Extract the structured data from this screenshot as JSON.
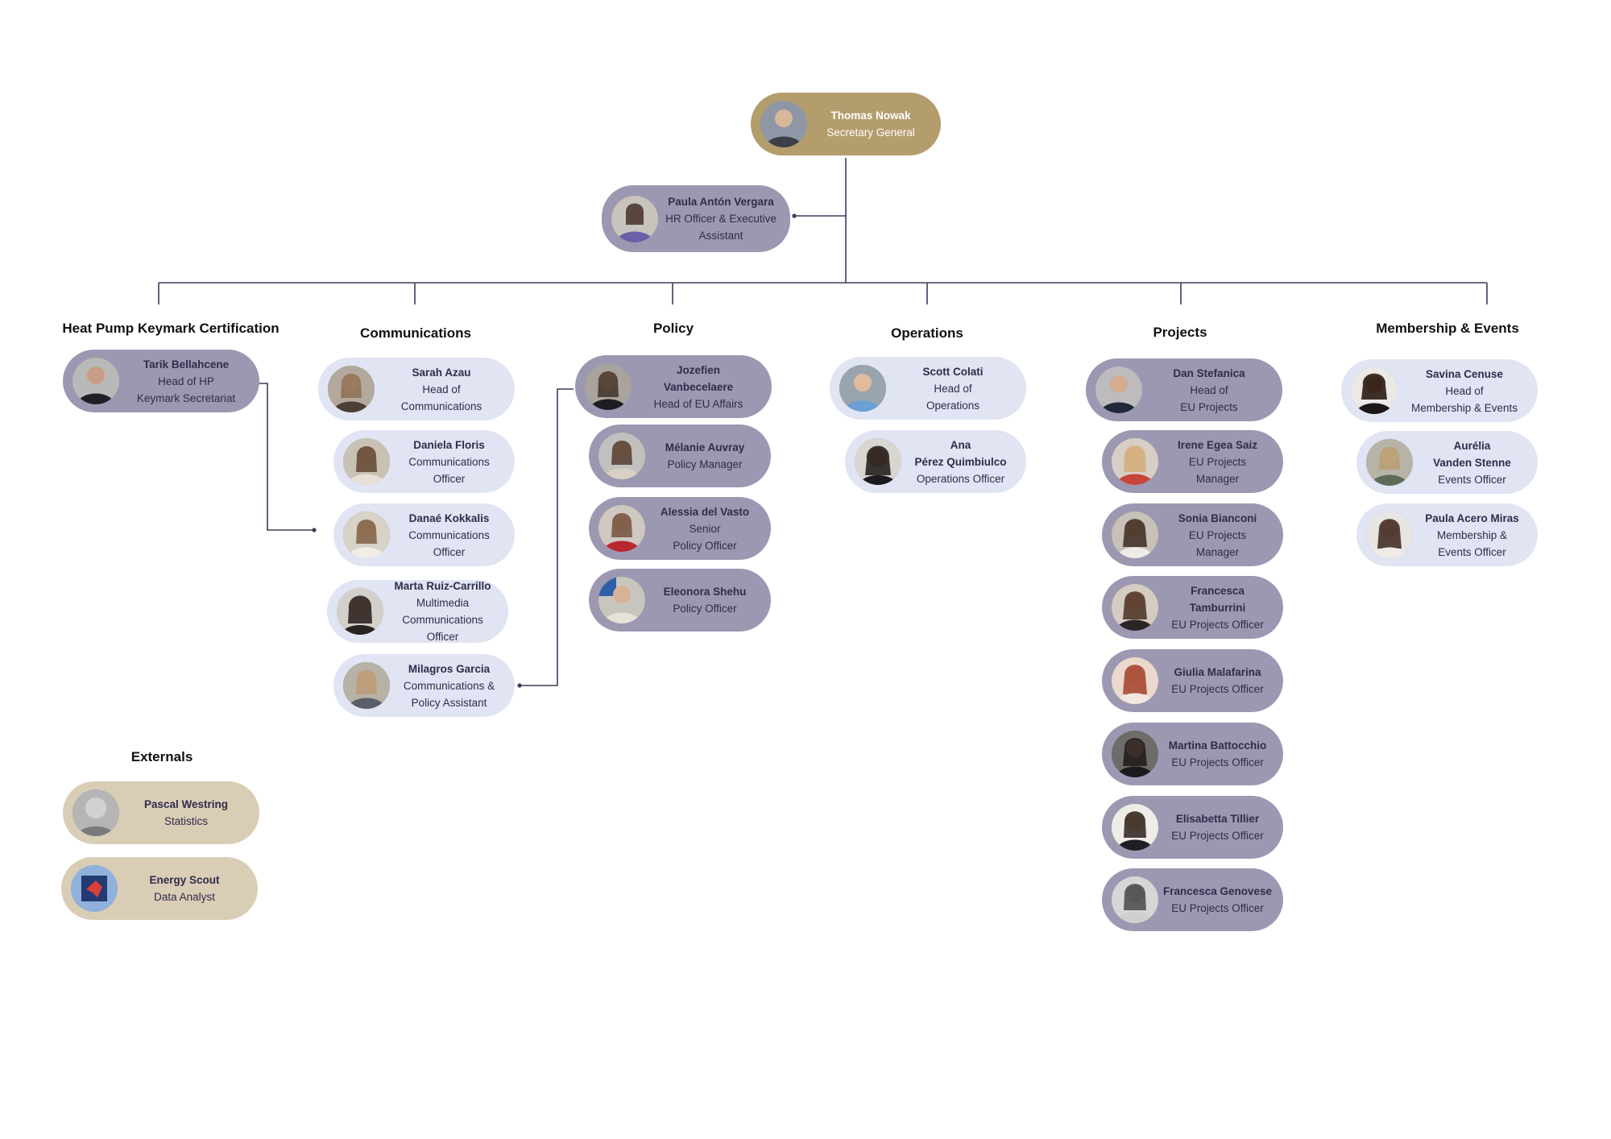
{
  "departments": [
    {
      "key": "hp",
      "title": "Heat Pump Keymark Certification"
    },
    {
      "key": "comm",
      "title": "Communications"
    },
    {
      "key": "policy",
      "title": "Policy"
    },
    {
      "key": "ops",
      "title": "Operations"
    },
    {
      "key": "proj",
      "title": "Projects"
    },
    {
      "key": "memb",
      "title": "Membership & Events"
    },
    {
      "key": "ext",
      "title": "Externals"
    }
  ],
  "people": {
    "nowak": {
      "name": "Thomas Nowak",
      "role": "Secretary General"
    },
    "vergara": {
      "name": "Paula Antón Vergara",
      "role": "HR Officer & Executive\nAssistant"
    },
    "bellahcene": {
      "name": "Tarik Bellahcene",
      "role": "Head of HP\nKeymark Secretariat"
    },
    "azau": {
      "name": "Sarah Azau",
      "role": "Head of\nCommunications"
    },
    "floris": {
      "name": "Daniela Floris",
      "role": "Communications\nOfficer"
    },
    "kokkalis": {
      "name": "Danaé Kokkalis",
      "role": "Communications\nOfficer"
    },
    "ruiz": {
      "name": "Marta Ruiz-Carrillo",
      "role": "Multimedia\nCommunications Officer"
    },
    "garcia": {
      "name": "Milagros Garcia",
      "role": "Communications &\nPolicy Assistant"
    },
    "vanbecelaere": {
      "name": "Jozefien\nVanbecelaere",
      "role": "Head of EU Affairs"
    },
    "auvray": {
      "name": "Mélanie Auvray",
      "role": "Policy Manager"
    },
    "delvasto": {
      "name": "Alessia del Vasto",
      "role": "Senior\nPolicy Officer"
    },
    "shehu": {
      "name": "Eleonora Shehu",
      "role": "Policy Officer"
    },
    "colati": {
      "name": "Scott Colati",
      "role": "Head of\nOperations"
    },
    "quimbiulco": {
      "name": "Ana\nPérez Quimbiulco",
      "role": "Operations Officer"
    },
    "stefanica": {
      "name": "Dan Stefanica",
      "role": "Head of\nEU Projects"
    },
    "saiz": {
      "name": "Irene Egea Saiz",
      "role": "EU Projects\nManager"
    },
    "bianconi": {
      "name": "Sonia Bianconi",
      "role": "EU Projects\nManager"
    },
    "tamburrini": {
      "name": "Francesca Tamburrini",
      "role": "EU Projects Officer"
    },
    "malafarina": {
      "name": "Giulia Malafarina",
      "role": "EU Projects Officer"
    },
    "battocchio": {
      "name": "Martina Battocchio",
      "role": "EU Projects Officer"
    },
    "tillier": {
      "name": "Elisabetta Tillier",
      "role": "EU Projects Officer"
    },
    "genovese": {
      "name": "Francesca Genovese",
      "role": "EU Projects Officer"
    },
    "cenuse": {
      "name": "Savina Cenuse",
      "role": "Head of\nMembership & Events"
    },
    "stenne": {
      "name": "Aurélia\nVanden Stenne",
      "role": "Events Officer"
    },
    "miras": {
      "name": "Paula Acero Miras",
      "role": "Membership &\nEvents Officer"
    },
    "westring": {
      "name": "Pascal Westring",
      "role": "Statistics"
    },
    "scout": {
      "name": "Energy Scout",
      "role": "Data Analyst"
    }
  },
  "colors": {
    "gold": "#b49d6c",
    "dark": "#9c98b2",
    "light": "#e0e4f3",
    "tan": "#dacdb6",
    "line": "#3d3b5c"
  }
}
